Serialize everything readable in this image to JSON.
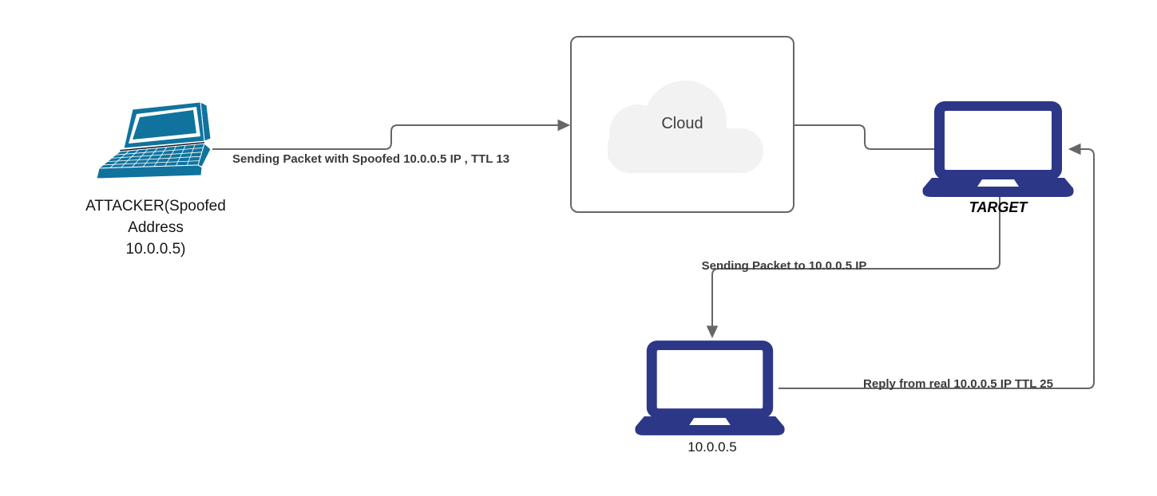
{
  "diagram": {
    "nodes": {
      "attacker": {
        "label_lines": [
          "ATTACKER(Spoofed",
          "Address",
          "10.0.0.5)"
        ],
        "label": "ATTACKER(Spoofed Address 10.0.0.5)"
      },
      "cloud": {
        "label": "Cloud"
      },
      "target": {
        "label": "TARGET"
      },
      "real_host": {
        "label": "10.0.0.5"
      }
    },
    "edges": [
      {
        "from": "attacker",
        "to": "cloud",
        "label": "Sending Packet with Spoofed 10.0.0.5 IP , TTL 13"
      },
      {
        "from": "target",
        "to": "real_host",
        "label": "Sending Packet to 10.0.0.5 IP"
      },
      {
        "from": "real_host",
        "to": "target",
        "label": "Reply from real 10.0.0.5 IP TTL 25"
      }
    ],
    "colors": {
      "attacker_laptop_teal": "#10739e",
      "laptop_navy": "#2d3787",
      "connector_gray": "#666666",
      "cloud_fill": "#f2f2f2",
      "cloud_box_border": "#666666",
      "edge_label_text": "#3b3b3b",
      "background": "#ffffff"
    }
  }
}
